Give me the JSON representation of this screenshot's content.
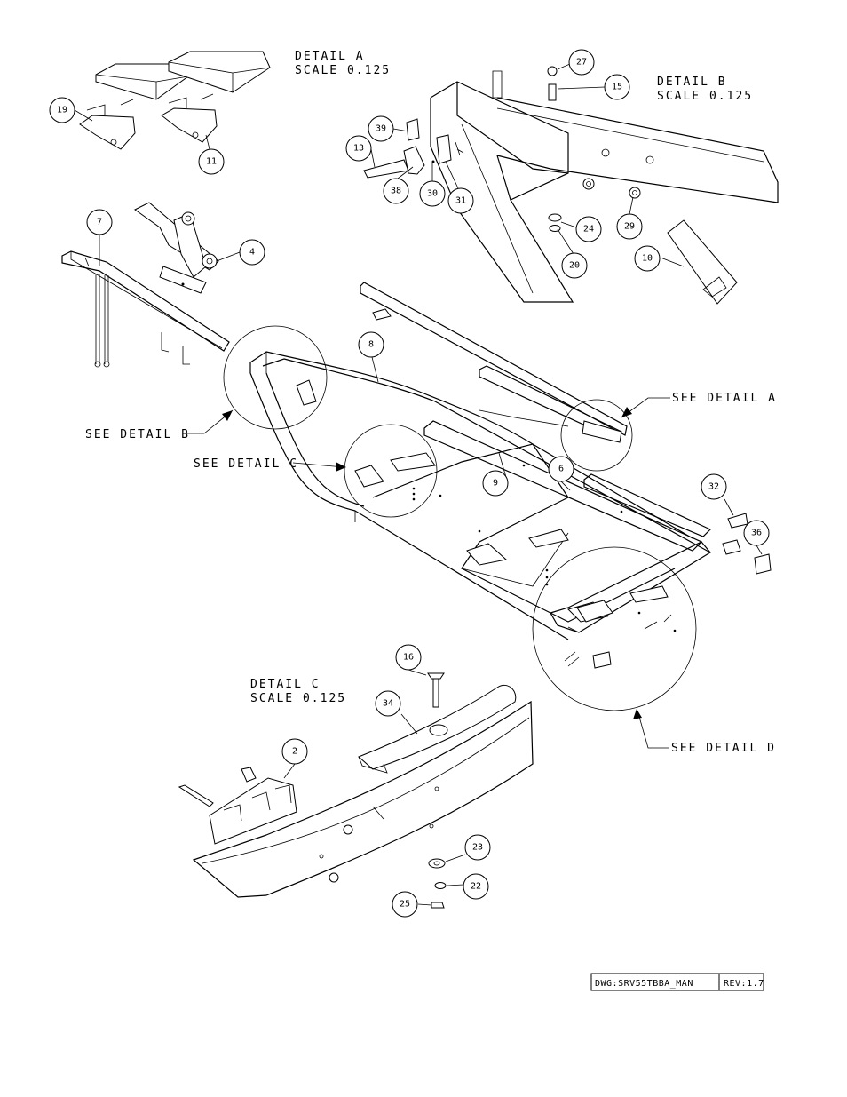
{
  "details": [
    {
      "id": "detail-a-heading",
      "title": "DETAIL  A",
      "scale": "SCALE  0.125"
    },
    {
      "id": "detail-b-heading",
      "title": "DETAIL  B",
      "scale": "SCALE  0.125"
    },
    {
      "id": "detail-c-heading",
      "title": "DETAIL  C",
      "scale": "SCALE  0.125"
    }
  ],
  "callouts": {
    "see_a": "SEE DETAIL  A",
    "see_b": "SEE DETAIL  B",
    "see_c": "SEE DETAIL  C",
    "see_d": "SEE DETAIL  D"
  },
  "bubbles": [
    "27",
    "15",
    "19",
    "11",
    "39",
    "13",
    "38",
    "30",
    "31",
    "24",
    "29",
    "20",
    "10",
    "7",
    "4",
    "8",
    "6",
    "9",
    "32",
    "36",
    "16",
    "34",
    "2",
    "23",
    "22",
    "25"
  ],
  "title_block": {
    "drawing": "DWG:SRV55TBBA_MAN",
    "revision": "REV:1.7"
  }
}
